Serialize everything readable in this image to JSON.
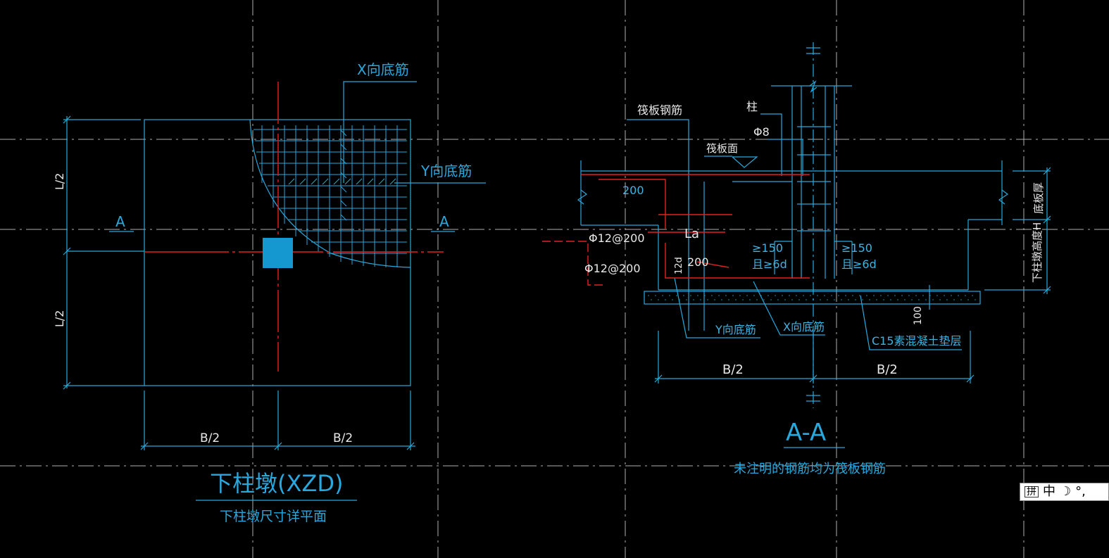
{
  "colors": {
    "background": "#000000",
    "grid": "#cfcfcf",
    "line_cyan": "#29a8dd",
    "line_red": "#e22020",
    "column_fill": "#1597cf",
    "text_white": "#e8e8e8"
  },
  "left_view": {
    "title": "下柱墩(XZD)",
    "subtitle": "下柱墩尺寸详平面",
    "label_x_rebar": "X向底筋",
    "label_y_rebar": "Y向底筋",
    "section_mark_left": "A",
    "section_mark_right": "A",
    "dim_top": "L/2",
    "dim_bottom": "L/2",
    "dim_left": "B/2",
    "dim_right": "B/2"
  },
  "right_view": {
    "title": "A-A",
    "note": "未注明的钢筋均为筏板钢筋",
    "label_raft_rebar": "筏板钢筋",
    "label_column": "柱",
    "label_phi8": "Φ8",
    "label_raft_surface": "筏板面",
    "label_200_top": "200",
    "label_la": "La",
    "label_phi12_1": "Φ12@200",
    "label_phi12_2": "Φ12@200",
    "label_200_mid": "200",
    "label_12d": "12d",
    "label_ge150_left": "≥150",
    "label_ge6d_left": "且≥6d",
    "label_ge150_right": "≥150",
    "label_ge6d_right": "且≥6d",
    "label_y_rebar": "Y向底筋",
    "label_x_rebar": "X向底筋",
    "label_c15": "C15素混凝土垫层",
    "label_100": "100",
    "dim_left": "B/2",
    "dim_right": "B/2",
    "label_raft_thickness": "底板厚",
    "label_pier_height": "下柱墩高度H"
  },
  "ime_toolbar": {
    "mode_icon": "拼",
    "lang": "中",
    "moon_icon": "moon-icon",
    "punct": "°,"
  }
}
